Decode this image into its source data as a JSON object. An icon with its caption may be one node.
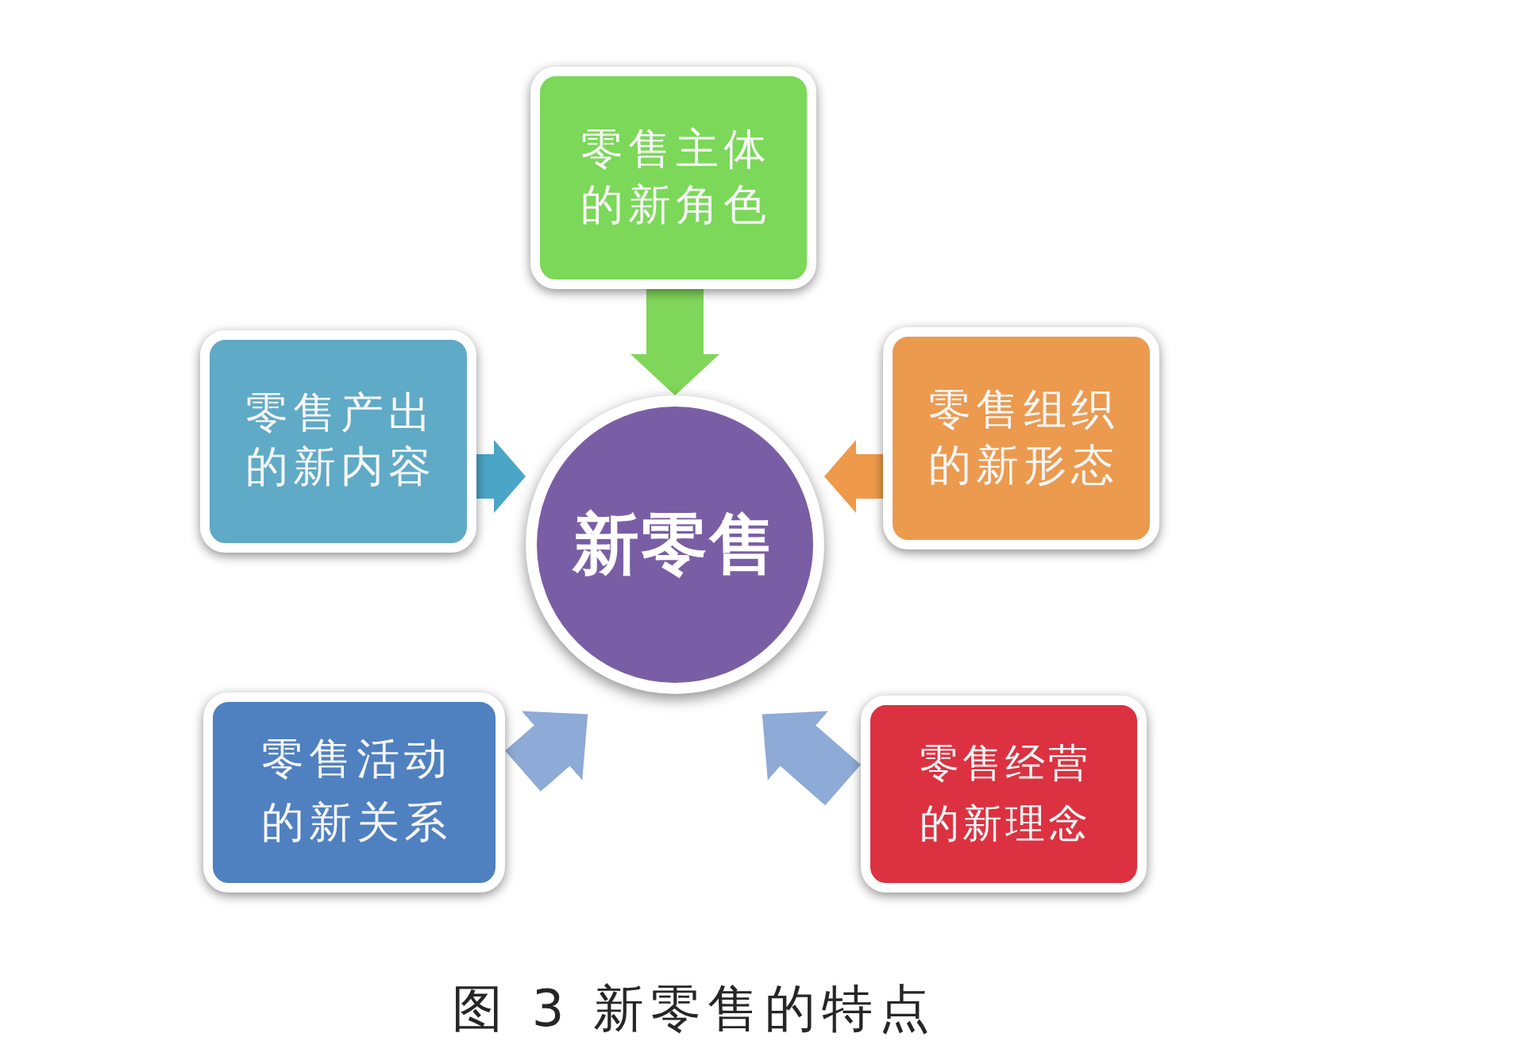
{
  "diagram": {
    "caption": "图 3 新零售的特点",
    "nodes": [
      {
        "text": [
          "零售主体的新角色"
        ]
      },
      {
        "text": [
          "零售产出的新内容"
        ]
      },
      {
        "text": [
          "新零售"
        ]
      },
      {
        "text": [
          "零售组织的新形态"
        ]
      },
      {
        "text": [
          "零售活动的新关系"
        ]
      },
      {
        "text": [
          "零售经营的新理念"
        ]
      }
    ],
    "edges": [
      {
        "from": 0,
        "to": 2,
        "arrow": "to",
        "color": "#80d65a"
      },
      {
        "from": 1,
        "to": 2,
        "arrow": "to",
        "color": "#4ba5c6"
      },
      {
        "from": 3,
        "to": 2,
        "arrow": "to",
        "color": "#ee9a4a"
      },
      {
        "from": 4,
        "to": 2,
        "arrow": "to"
      },
      {
        "from": 5,
        "to": 2,
        "arrow": "to"
      }
    ]
  }
}
